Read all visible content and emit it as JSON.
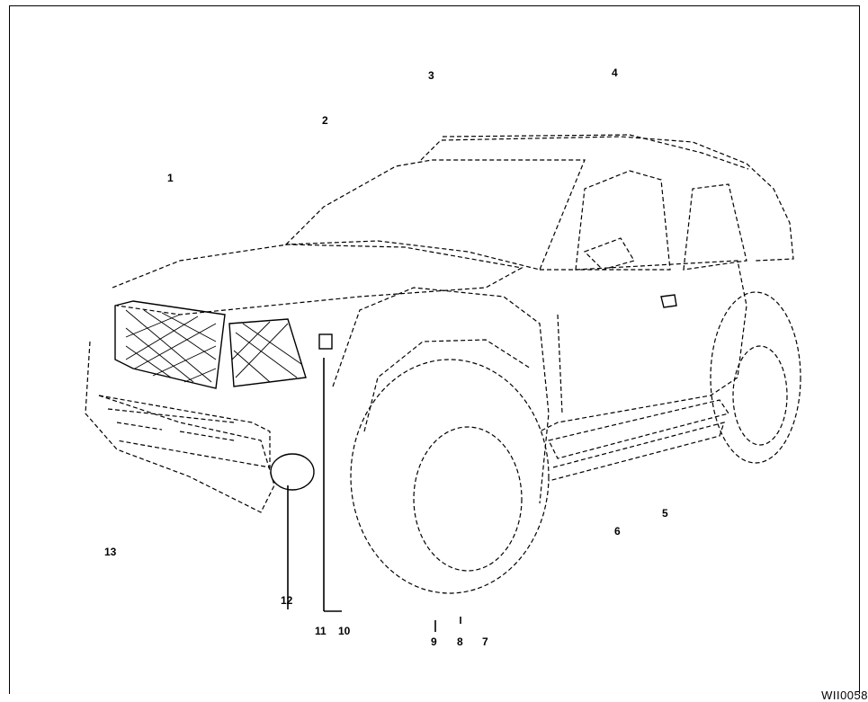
{
  "figure_code": "WII0058",
  "callouts": [
    {
      "id": "c1",
      "text": "1"
    },
    {
      "id": "c2",
      "text": "2"
    },
    {
      "id": "c3",
      "text": "3"
    },
    {
      "id": "c4",
      "text": "4"
    },
    {
      "id": "c5",
      "text": "5"
    },
    {
      "id": "c6",
      "text": "6"
    },
    {
      "id": "c7",
      "text": "7"
    },
    {
      "id": "c8",
      "text": "8"
    },
    {
      "id": "c9",
      "text": "9"
    },
    {
      "id": "c10",
      "text": "10"
    },
    {
      "id": "c11",
      "text": "11"
    },
    {
      "id": "c12",
      "text": "12"
    },
    {
      "id": "c13",
      "text": "13"
    }
  ]
}
